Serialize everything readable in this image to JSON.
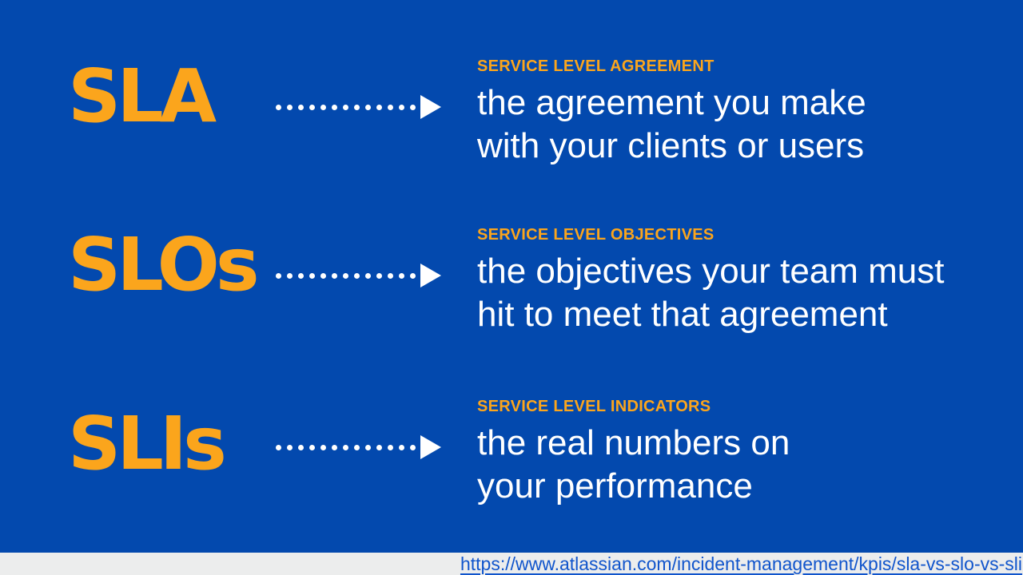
{
  "slide": {
    "background_color": "#0349AE",
    "accent_orange": "#FBA51C",
    "text_color": "#FFFFFF"
  },
  "rows": [
    {
      "acronym": "SLA",
      "heading": "SERVICE LEVEL AGREEMENT",
      "description_line1": "the agreement you make",
      "description_line2": "with your clients or users"
    },
    {
      "acronym": "SLOs",
      "heading": "SERVICE LEVEL OBJECTIVES",
      "description_line1": "the objectives your team must",
      "description_line2": "hit to meet that agreement"
    },
    {
      "acronym": "SLIs",
      "heading": "SERVICE LEVEL INDICATORS",
      "description_line1": "the real numbers on",
      "description_line2": "your performance"
    }
  ],
  "arrow": {
    "dot_count": 13,
    "dot_color": "#FFFFFF"
  },
  "footer": {
    "url_text": "https://www.atlassian.com/incident-management/kpis/sla-vs-slo-vs-sli",
    "bar_color": "#ECEDED",
    "link_color": "#1155CC"
  }
}
